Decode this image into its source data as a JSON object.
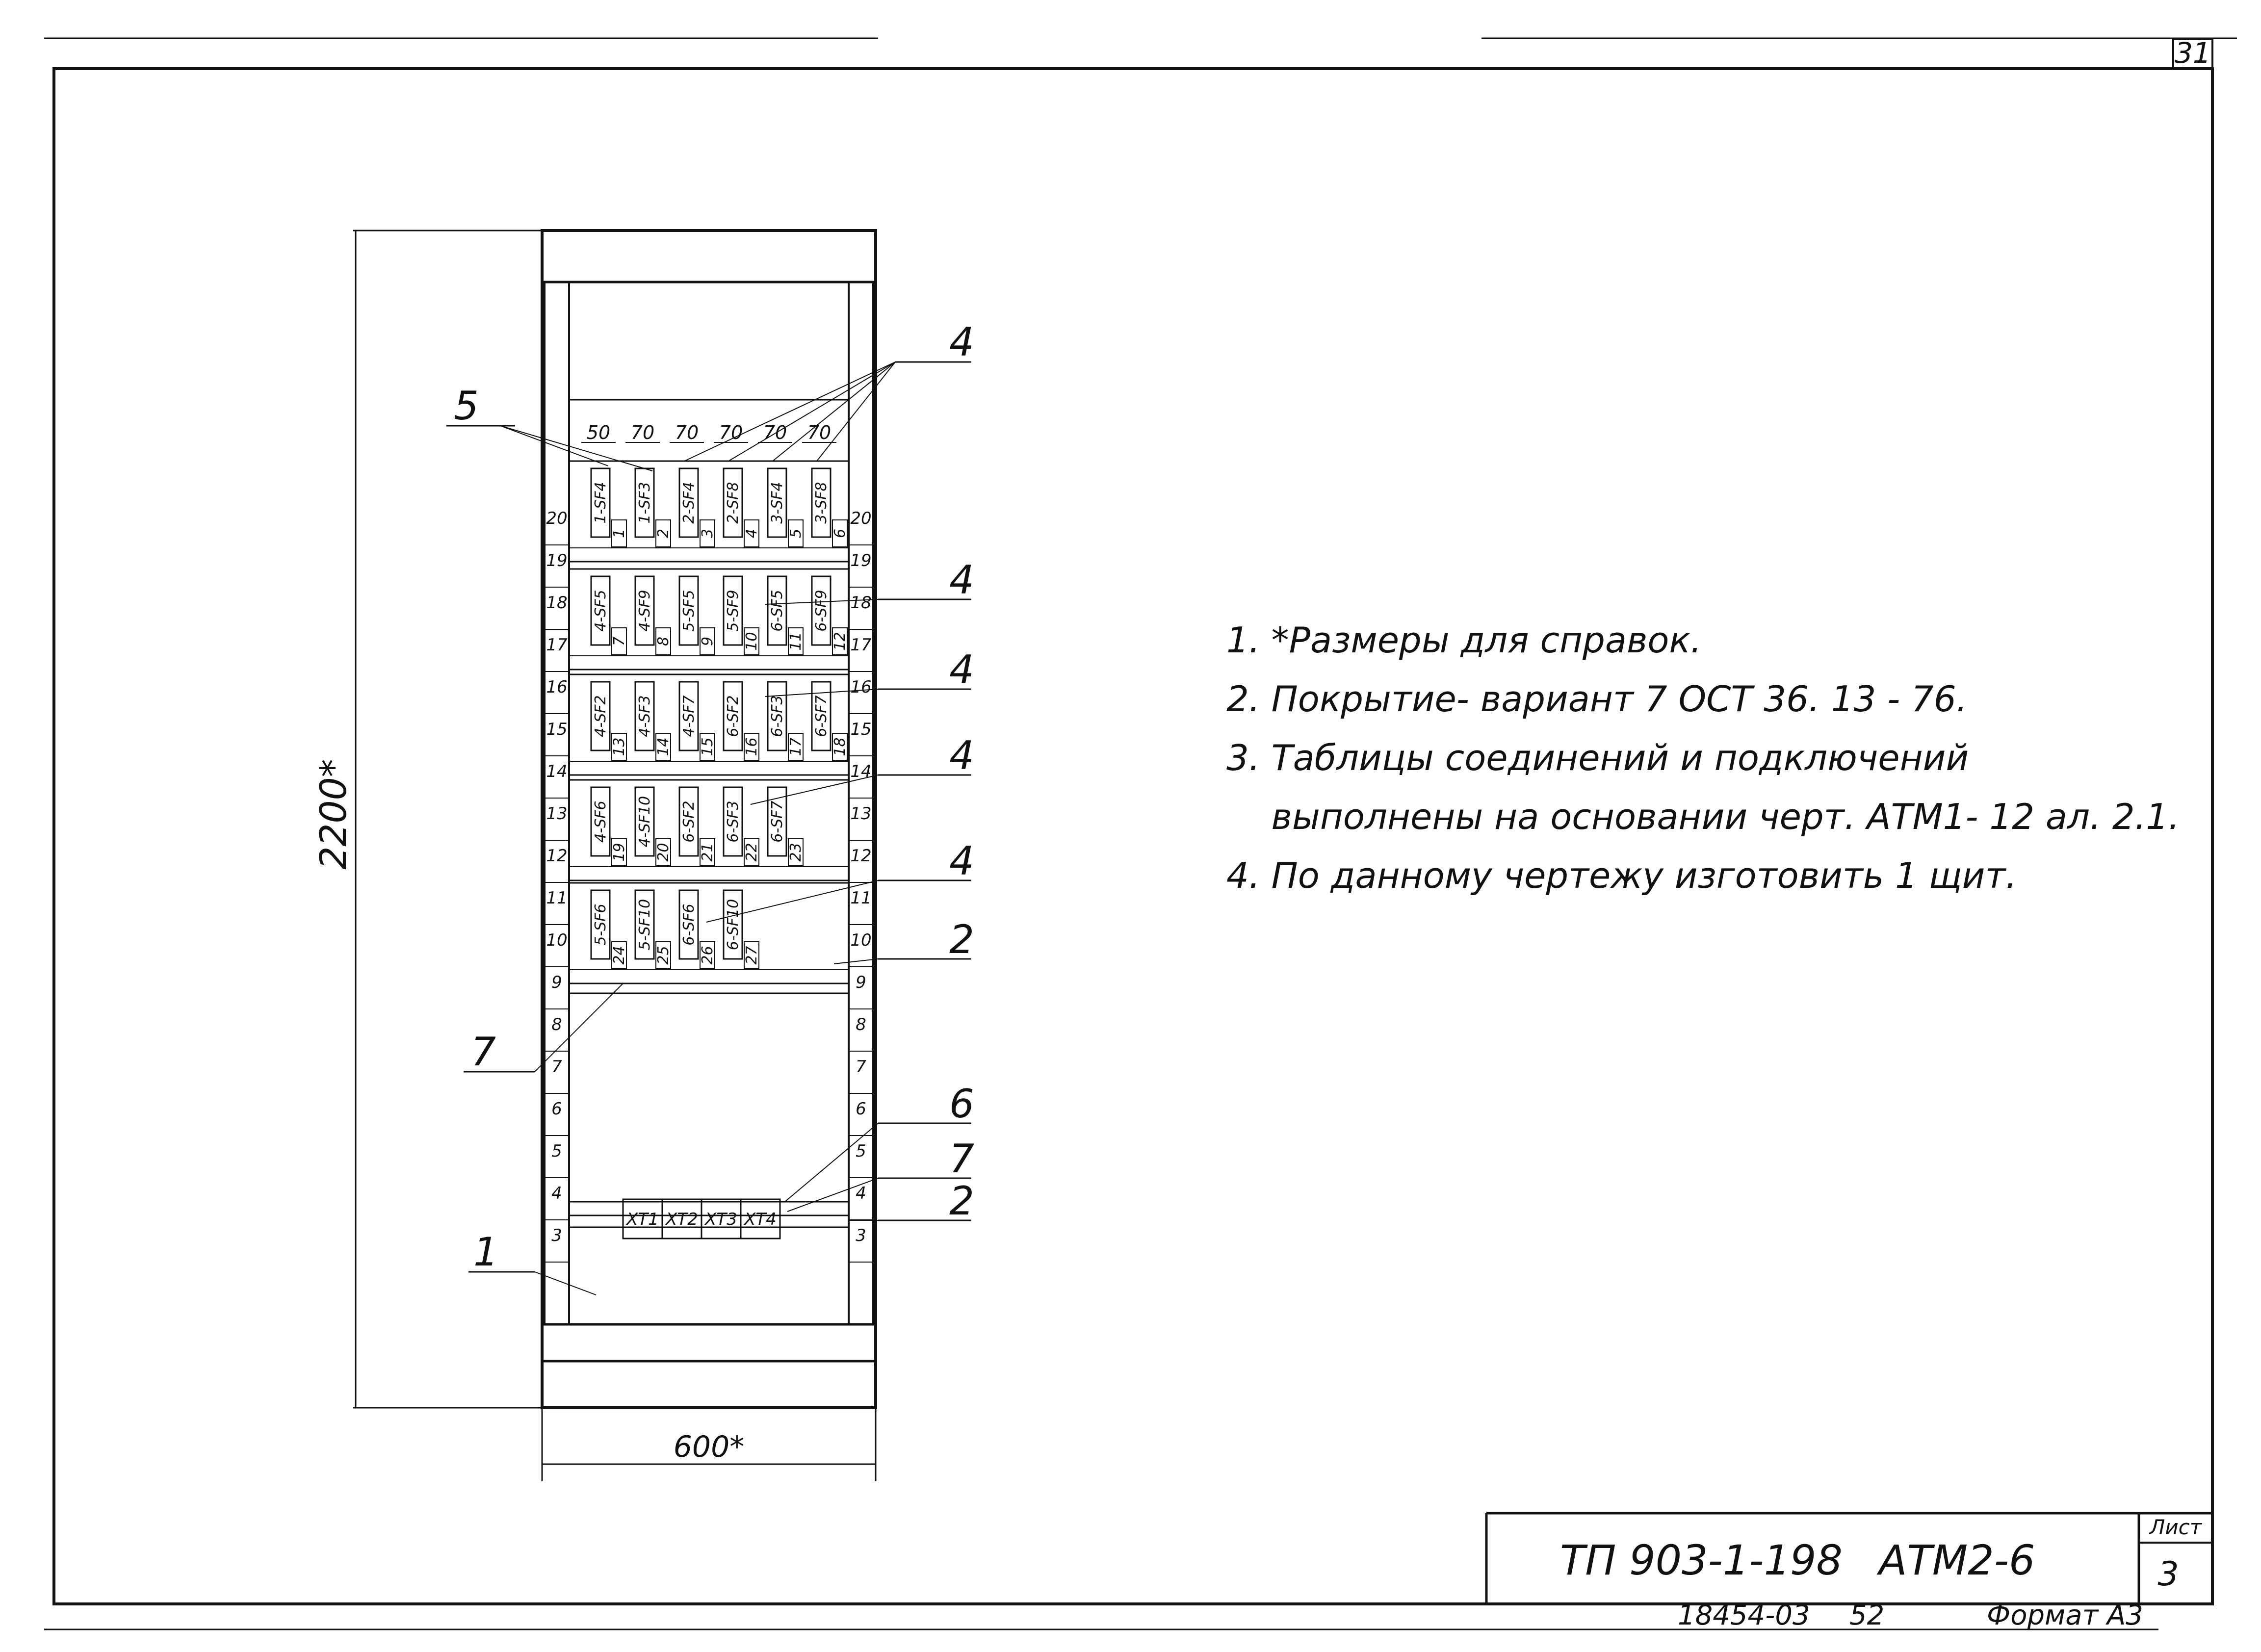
{
  "sheet": {
    "corner_number": "31",
    "designation": "ТП 903-1-198",
    "drawing_code": "АТМ2-6",
    "sheet_label": "Лист",
    "sheet_number": "3",
    "inventory_number": "18454-03",
    "page_number": "52",
    "format": "Формат А3"
  },
  "dimensions": {
    "height": "2200*",
    "width": "600*"
  },
  "notes": [
    "1. *Размеры для справок.",
    "2. Покрытие- вариант 7  ОСТ 36. 13 - 76.",
    "3. Таблицы соединений и подключений",
    "    выполнены на основании черт. АТМ1- 12 ал. 2.1.",
    "4. По данному чертежу изготовить  1 щит."
  ],
  "callouts": {
    "c1": "1",
    "c2a": "2",
    "c2b": "2",
    "c4a": "4",
    "c4b": "4",
    "c4c": "4",
    "c4d": "4",
    "c4e": "4",
    "c5": "5",
    "c6": "6",
    "c7a": "7",
    "c7b": "7"
  },
  "scale_marks": [
    "20",
    "19",
    "18",
    "17",
    "16",
    "15",
    "14",
    "13",
    "12",
    "11",
    "10",
    "9",
    "8",
    "7",
    "6",
    "5",
    "4",
    "3"
  ],
  "ratings": [
    "50",
    "70",
    "70",
    "70",
    "70",
    "70"
  ],
  "rows": [
    {
      "breakers": [
        "1-SF4",
        "1-SF3",
        "2-SF4",
        "2-SF8",
        "3-SF4",
        "3-SF8"
      ],
      "labels": [
        "1",
        "2",
        "3",
        "4",
        "5",
        "6"
      ]
    },
    {
      "breakers": [
        "4-SF5",
        "4-SF9",
        "5-SF5",
        "5-SF9",
        "6-SF5",
        "6-SF9"
      ],
      "labels": [
        "7",
        "8",
        "9",
        "10",
        "11",
        "12"
      ]
    },
    {
      "breakers": [
        "4-SF2",
        "4-SF3",
        "4-SF7",
        "6-SF2",
        "6-SF3",
        "6-SF7"
      ],
      "labels": [
        "13",
        "14",
        "15",
        "16",
        "17",
        "18"
      ]
    },
    {
      "breakers": [
        "4-SF6",
        "4-SF10",
        "6-SF2",
        "6-SF3",
        "6-SF7"
      ],
      "labels": [
        "19",
        "20",
        "21",
        "22",
        "23"
      ]
    },
    {
      "breakers": [
        "5-SF6",
        "5-SF10",
        "6-SF6",
        "6-SF10"
      ],
      "labels": [
        "24",
        "25",
        "26",
        "27"
      ]
    }
  ],
  "terminals": [
    "XT1",
    "XT2",
    "XT3",
    "XT4"
  ]
}
